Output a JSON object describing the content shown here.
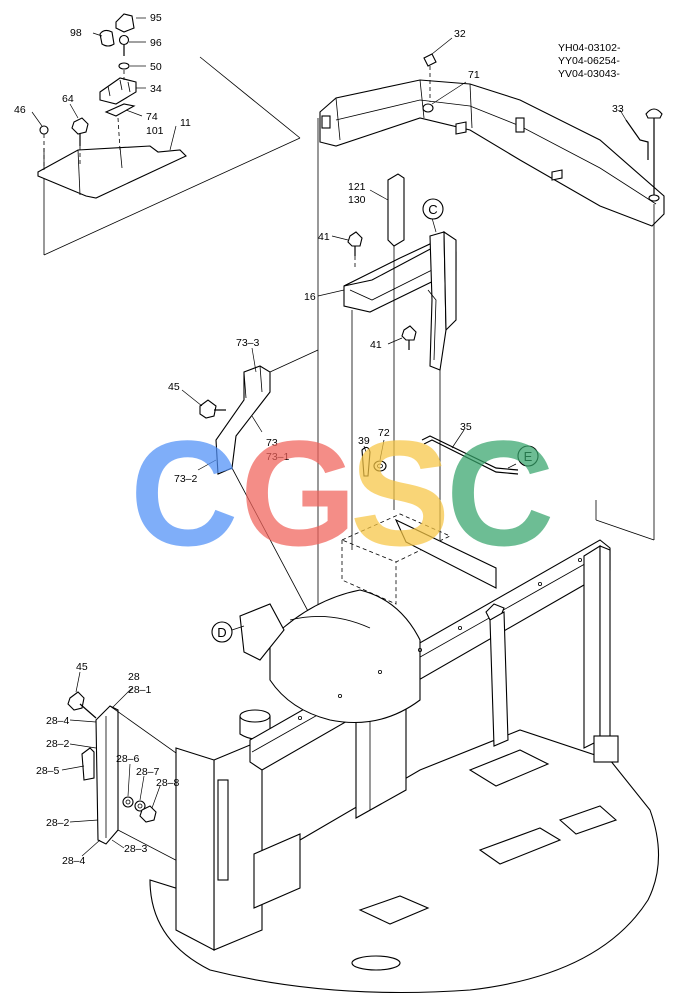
{
  "serial_numbers": [
    "YH04-03102-",
    "YY04-06254-",
    "YV04-03043-"
  ],
  "watermark": {
    "letters": [
      "C",
      "G",
      "S",
      "C"
    ],
    "colors": [
      "#4f8ff7",
      "#f0625a",
      "#f7c644",
      "#36a56b"
    ]
  },
  "part_labels": {
    "p95": "95",
    "p98": "98",
    "p96": "96",
    "p50": "50",
    "p34": "34",
    "p46": "46",
    "p64": "64",
    "p74": "74",
    "p101": "101",
    "p11": "11",
    "p32": "32",
    "p71": "71",
    "p33": "33",
    "p121": "121",
    "p130": "130",
    "p41a": "41",
    "p16": "16",
    "p41b": "41",
    "p73_3": "73–3",
    "p45a": "45",
    "p73": "73",
    "p73_1": "73–1",
    "p73_2": "73–2",
    "p39": "39",
    "p72": "72",
    "p35": "35",
    "p45b": "45",
    "p28": "28",
    "p28_1": "28–1",
    "p28_4a": "28–4",
    "p28_2a": "28–2",
    "p28_5": "28–5",
    "p28_6": "28–6",
    "p28_7": "28–7",
    "p28_8": "28–8",
    "p28_2b": "28–2",
    "p28_4b": "28–4",
    "p28_3": "28–3"
  },
  "callouts": {
    "c": "C",
    "d": "D",
    "e": "E"
  }
}
